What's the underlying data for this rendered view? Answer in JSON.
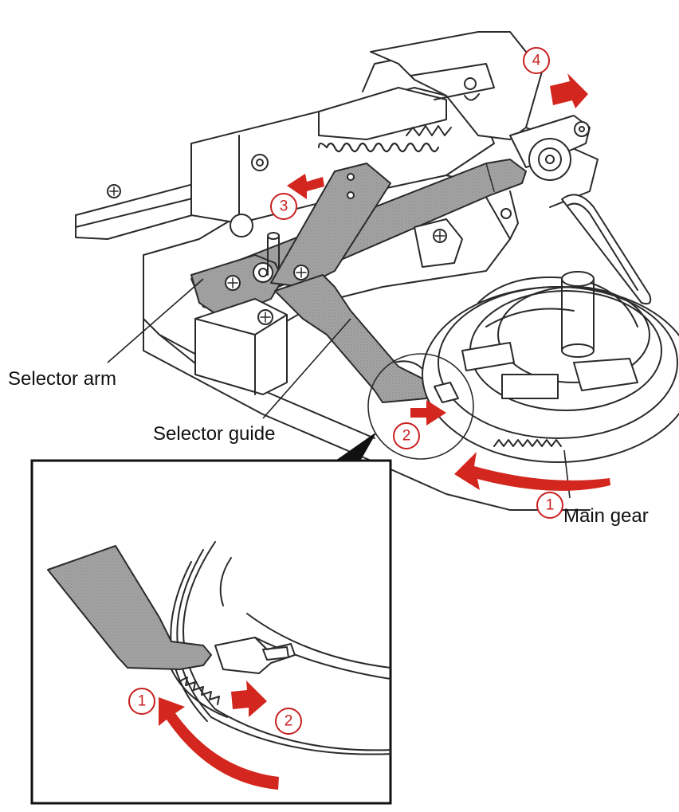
{
  "labels": {
    "selector_arm": "Selector arm",
    "selector_guide": "Selector guide",
    "main_gear": "Main gear"
  },
  "step_markers": {
    "one": "1",
    "two": "2",
    "three": "3",
    "four": "4"
  },
  "colors": {
    "arrow_red": "#d2261e",
    "plate_gray": "#9c9c9c",
    "line": "#2a2a2a"
  }
}
